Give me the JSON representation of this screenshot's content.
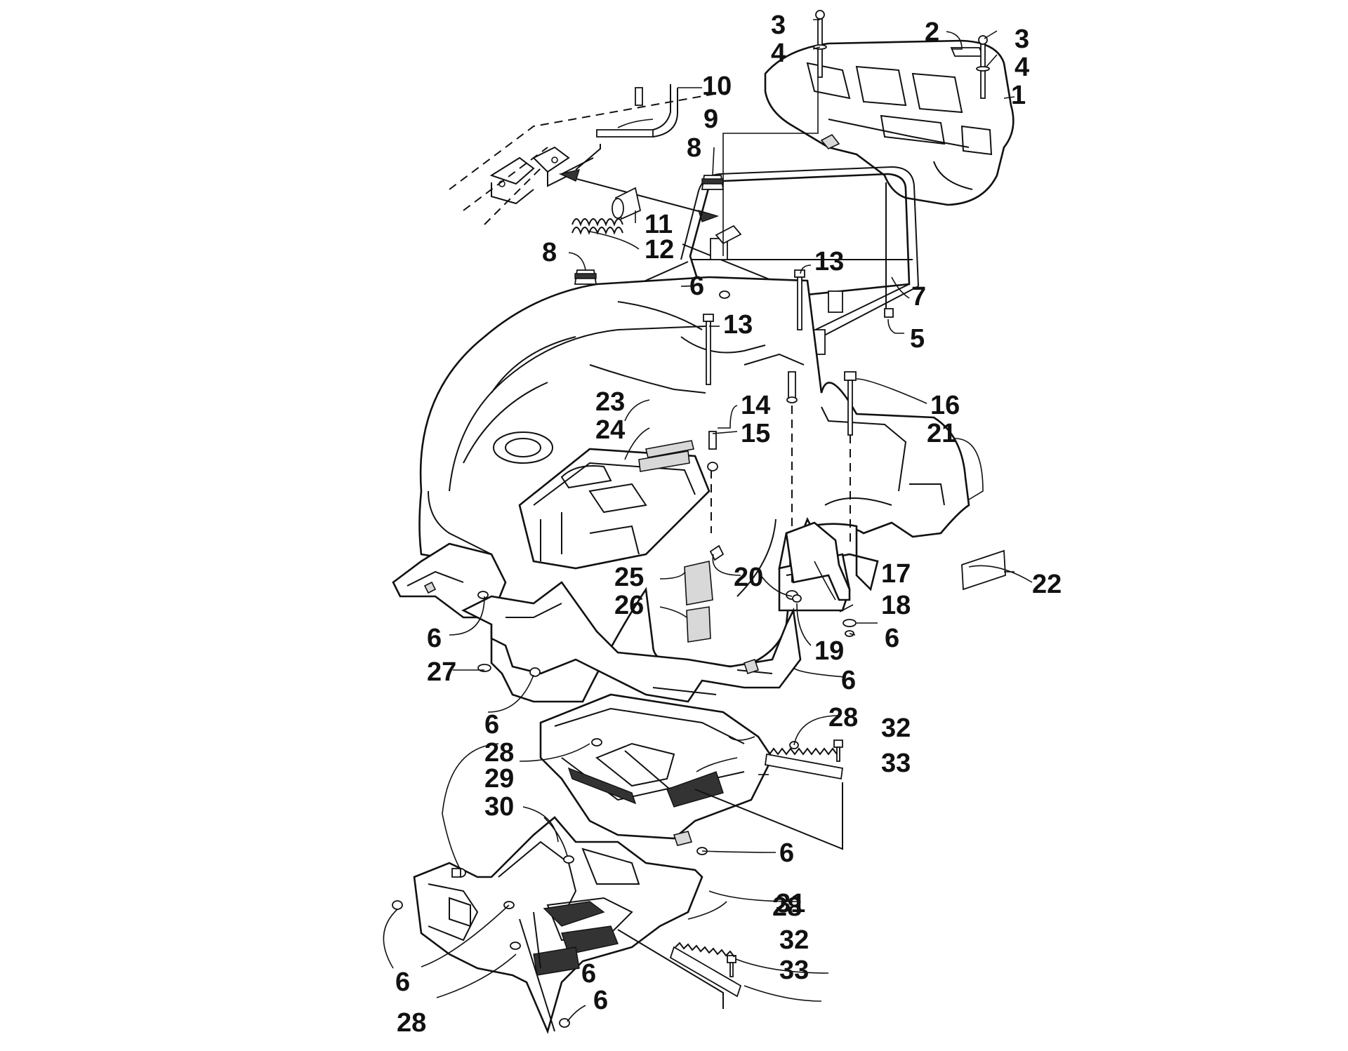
{
  "labels": [
    "1",
    "2",
    "3",
    "3",
    "4",
    "4",
    "5",
    "6",
    "6",
    "6",
    "6",
    "6",
    "6",
    "6",
    "6",
    "6",
    "7",
    "8",
    "8",
    "9",
    "10",
    "11",
    "12",
    "13",
    "13",
    "14",
    "15",
    "16",
    "17",
    "18",
    "19",
    "20",
    "21",
    "22",
    "23",
    "24",
    "25",
    "26",
    "27",
    "28",
    "28",
    "28",
    "28",
    "29",
    "30",
    "31",
    "32",
    "32",
    "33",
    "33"
  ]
}
